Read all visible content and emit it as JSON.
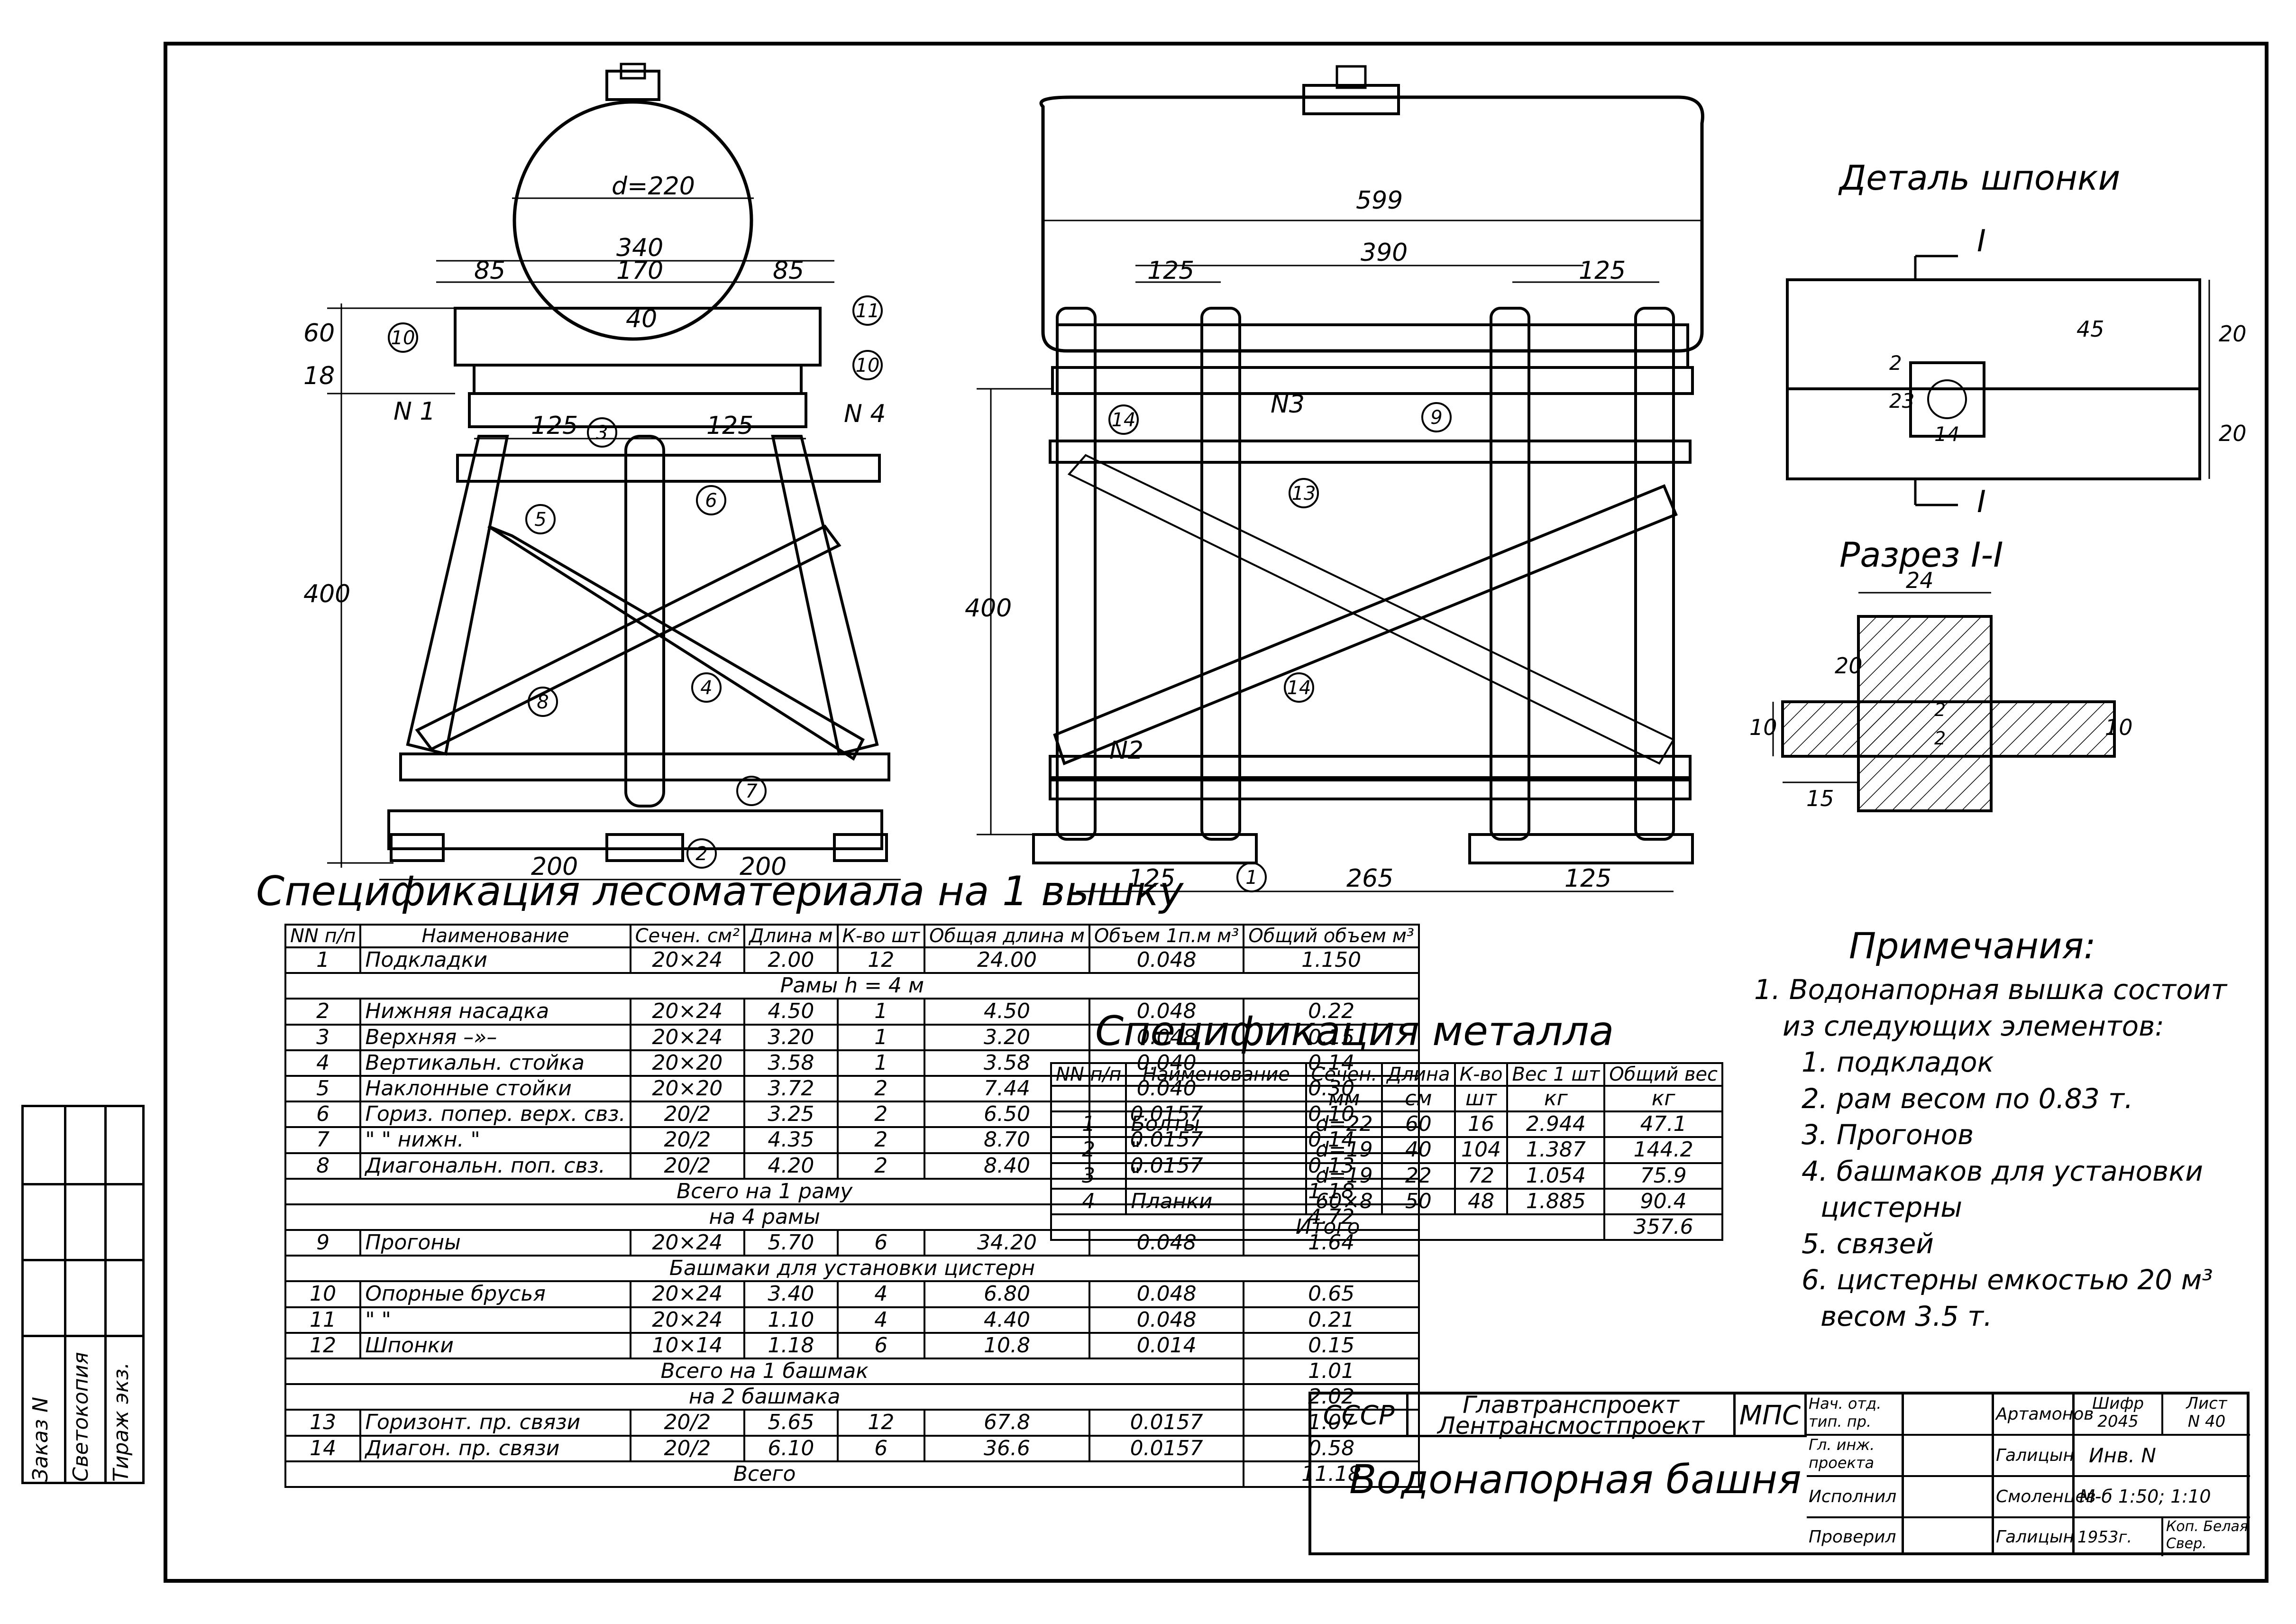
{
  "views": {
    "side": {
      "dims": {
        "d": "d=220",
        "w340": "340",
        "w170": "170",
        "w85a": "85",
        "w85b": "85",
        "h18": "18",
        "h60": "60",
        "h400": "400",
        "w125a": "125",
        "w125b": "125",
        "w200a": "200",
        "w200b": "200",
        "h40": "40"
      },
      "labels": {
        "n1": "N 1",
        "n4": "N 4"
      },
      "callouts": [
        "10",
        "11",
        "10",
        "3",
        "5",
        "6",
        "8",
        "4",
        "7",
        "2"
      ]
    },
    "front": {
      "dims": {
        "w599": "599",
        "w390": "390",
        "w125a": "125",
        "w125b": "125",
        "h400": "400",
        "b125a": "125",
        "b265": "265",
        "b125b": "125"
      },
      "labels": {
        "n2": "N2",
        "n3": "N3"
      },
      "callouts": [
        "14",
        "9",
        "13",
        "14",
        "1"
      ]
    },
    "detail": {
      "title": "Деталь шпонки",
      "section_mark": "I",
      "dims": {
        "d45": "45",
        "d20a": "20",
        "d20b": "20",
        "d23": "23",
        "d2": "2",
        "d14": "14"
      }
    },
    "section": {
      "title": "Разрез I-I",
      "dims": {
        "d24": "24",
        "d20": "20",
        "d10a": "10",
        "d10b": "10",
        "d15": "15",
        "d2a": "2",
        "d2b": "2"
      }
    }
  },
  "wood_spec": {
    "title": "Спецификация лесоматериала на 1 вышку",
    "headers": {
      "num": "NN п/п",
      "name": "Наименование",
      "section": "Сечен. см²",
      "length": "Длина м",
      "qty": "К-во шт",
      "total_len": "Общая длина м",
      "vol_per_m": "Объем 1п.м м³",
      "total_vol": "Общий объем м³"
    },
    "rows": [
      {
        "n": "1",
        "name": "Подкладки",
        "sec": "20×24",
        "len": "2.00",
        "qty": "12",
        "tlen": "24.00",
        "vpm": "0.048",
        "tvol": "1.150"
      },
      {
        "section_title": "Рамы   h = 4 м"
      },
      {
        "n": "2",
        "name": "Нижняя насадка",
        "sec": "20×24",
        "len": "4.50",
        "qty": "1",
        "tlen": "4.50",
        "vpm": "0.048",
        "tvol": "0.22"
      },
      {
        "n": "3",
        "name": "Верхняя   –»–",
        "sec": "20×24",
        "len": "3.20",
        "qty": "1",
        "tlen": "3.20",
        "vpm": "0.048",
        "tvol": "0.15"
      },
      {
        "n": "4",
        "name": "Вертикальн. стойка",
        "sec": "20×20",
        "len": "3.58",
        "qty": "1",
        "tlen": "3.58",
        "vpm": "0.040",
        "tvol": "0.14"
      },
      {
        "n": "5",
        "name": "Наклонные стойки",
        "sec": "20×20",
        "len": "3.72",
        "qty": "2",
        "tlen": "7.44",
        "vpm": "0.040",
        "tvol": "0.30"
      },
      {
        "n": "6",
        "name": "Гориз. попер. верх. свз.",
        "sec": "20/2",
        "len": "3.25",
        "qty": "2",
        "tlen": "6.50",
        "vpm": "0.0157",
        "tvol": "0.10"
      },
      {
        "n": "7",
        "name": "\"    \"  нижн. \"",
        "sec": "20/2",
        "len": "4.35",
        "qty": "2",
        "tlen": "8.70",
        "vpm": "0.0157",
        "tvol": "0.14"
      },
      {
        "n": "8",
        "name": "Диагональн. поп. свз.",
        "sec": "20/2",
        "len": "4.20",
        "qty": "2",
        "tlen": "8.40",
        "vpm": "0.0157",
        "tvol": "0.13"
      },
      {
        "subtotal": "Всего на 1 раму",
        "value": "1.18"
      },
      {
        "subtotal": "на 4 рамы",
        "value": "4.72"
      },
      {
        "n": "9",
        "name": "Прогоны",
        "sec": "20×24",
        "len": "5.70",
        "qty": "6",
        "tlen": "34.20",
        "vpm": "0.048",
        "tvol": "1.64"
      },
      {
        "section_title": "Башмаки для установки цистерн"
      },
      {
        "n": "10",
        "name": "Опорные брусья",
        "sec": "20×24",
        "len": "3.40",
        "qty": "4",
        "tlen": "6.80",
        "vpm": "0.048",
        "tvol": "0.65"
      },
      {
        "n": "11",
        "name": "\"          \"",
        "sec": "20×24",
        "len": "1.10",
        "qty": "4",
        "tlen": "4.40",
        "vpm": "0.048",
        "tvol": "0.21"
      },
      {
        "n": "12",
        "name": "Шпонки",
        "sec": "10×14",
        "len": "1.18",
        "qty": "6",
        "tlen": "10.8",
        "vpm": "0.014",
        "tvol": "0.15"
      },
      {
        "subtotal": "Всего на 1 башмак",
        "value": "1.01"
      },
      {
        "subtotal": "на 2 башмака",
        "value": "2.02"
      },
      {
        "n": "13",
        "name": "Горизонт. пр. связи",
        "sec": "20/2",
        "len": "5.65",
        "qty": "12",
        "tlen": "67.8",
        "vpm": "0.0157",
        "tvol": "1.07"
      },
      {
        "n": "14",
        "name": "Диагон. пр. связи",
        "sec": "20/2",
        "len": "6.10",
        "qty": "6",
        "tlen": "36.6",
        "vpm": "0.0157",
        "tvol": "0.58"
      },
      {
        "subtotal": "Всего",
        "value": "11.18"
      }
    ]
  },
  "metal_spec": {
    "title": "Спецификация металла",
    "headers": {
      "num": "NN п/п",
      "name": "Наименование",
      "section": "Сечен.",
      "length": "Длина",
      "qty": "К-во",
      "weight_each": "Вес 1 шт",
      "total_weight": "Общий вес",
      "u_section": "мм",
      "u_length": "см",
      "u_qty": "шт",
      "u_weight_each": "кг",
      "u_total_weight": "кг"
    },
    "rows": [
      {
        "n": "1",
        "name": "Болты",
        "sec": "d=22",
        "len": "60",
        "qty": "16",
        "w": "2.944",
        "tw": "47.1"
      },
      {
        "n": "2",
        "name": "\"",
        "sec": "d=19",
        "len": "40",
        "qty": "104",
        "w": "1.387",
        "tw": "144.2"
      },
      {
        "n": "3",
        "name": "\"",
        "sec": "d=19",
        "len": "22",
        "qty": "72",
        "w": "1.054",
        "tw": "75.9"
      },
      {
        "n": "4",
        "name": "Планки",
        "sec": "60×8",
        "len": "50",
        "qty": "48",
        "w": "1.885",
        "tw": "90.4"
      }
    ],
    "total_label": "Итого",
    "total_value": "357.6"
  },
  "notes": {
    "title": "Примечания:",
    "intro": "1. Водонапорная вышка состоит",
    "intro2": "из следующих элементов:",
    "items": [
      "1. подкладок",
      "2. рам весом по 0.83 т.",
      "3. Прогонов",
      "4. башмаков для установки",
      "цистерны",
      "5. связей",
      "6. цистерны емкостью 20 м³",
      "весом 3.5 т."
    ]
  },
  "title_block": {
    "country": "СССР",
    "org1": "Главтранспроект",
    "org2": "Лентрансмостпроект",
    "ministry": "МПС",
    "drawing_title": "Водонапорная башня",
    "roles": [
      "Нач. отд. тип. пр.",
      "Гл. инж. проекта",
      "Исполнил",
      "Проверил"
    ],
    "names": [
      "Артамонов",
      "Галицын",
      "Смоленцев",
      "Галицын"
    ],
    "code_label": "Шифр",
    "code_value": "2045",
    "sheet_label": "Лист",
    "sheet_value": "N 40",
    "inv": "Инв. N",
    "scale": "М-б 1:50; 1:10",
    "year": "1953г.",
    "copy": "Коп. Белая",
    "checked": "Свер."
  },
  "side_stamp": {
    "order": "Заказ N",
    "copy": "Светокопия",
    "run": "Тираж экз."
  }
}
